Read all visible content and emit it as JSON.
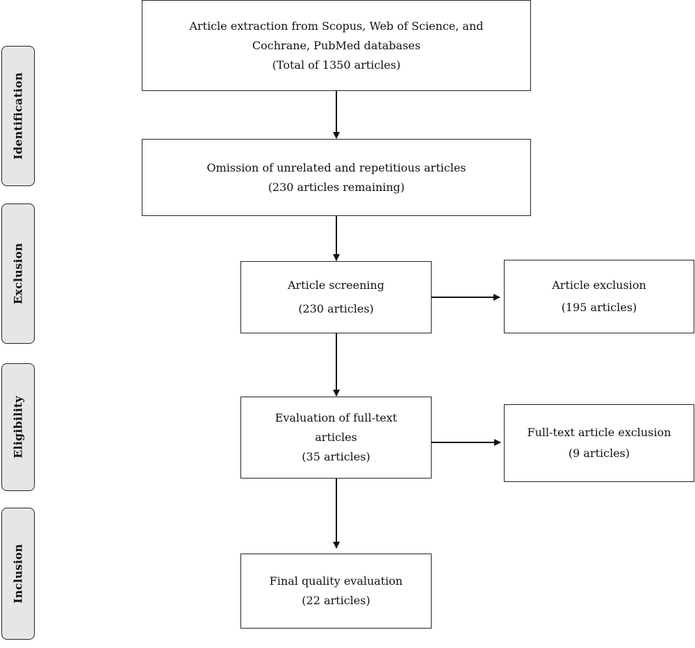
{
  "phases": {
    "identification": "Identification",
    "exclusion": "Exclusion",
    "eligibility": "Eligibility",
    "inclusion": "Inclusion"
  },
  "boxes": {
    "extraction": {
      "line1": "Article extraction from Scopus, Web of Science, and",
      "line2": "Cochrane, PubMed databases",
      "line3": "(Total of 1350 articles)"
    },
    "omission": {
      "line1": "Omission of unrelated and repetitious articles",
      "line2": "(230 articles remaining)"
    },
    "screening": {
      "line1": "Article screening",
      "line2": "(230 articles)"
    },
    "exclusion": {
      "line1": "Article exclusion",
      "line2": "(195 articles)"
    },
    "full_text_evaluation": {
      "line1": "Evaluation of full-text",
      "line2": "articles",
      "line3": "(35 articles)"
    },
    "full_text_exclusion": {
      "line1": "Full-text article exclusion",
      "line2": "(9 articles)"
    },
    "final": {
      "line1": "Final quality evaluation",
      "line2": "(22 articles)"
    }
  }
}
